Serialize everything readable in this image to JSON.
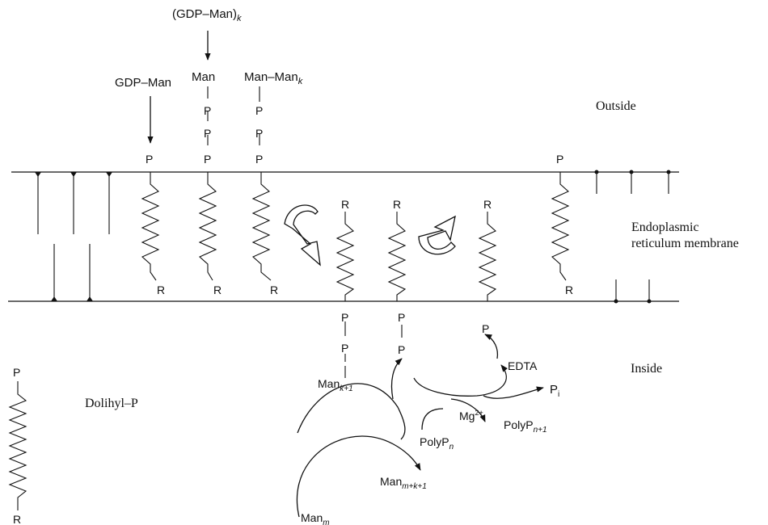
{
  "regions": {
    "outside": "Outside",
    "membrane_line1": "Endoplasmic",
    "membrane_line2": "reticulum membrane",
    "inside": "Inside"
  },
  "top": {
    "gdp_man_k": "(GDP–Man)",
    "gdp_man_k_sub": "k",
    "gdp_man": "GDP–Man",
    "man": "Man",
    "man_man": "Man–Man",
    "man_man_sub": "k"
  },
  "labels": {
    "P": "P",
    "R": "R",
    "edta": "EDTA",
    "pi": "P",
    "pi_sub": "i",
    "mg": "Mg",
    "mg_sup": "2+",
    "polyp_n1": "PolyP",
    "polyp_n1_sub": "n+1",
    "polyp_n": "PolyP",
    "polyp_n_sub": "n",
    "man_k1": "Man",
    "man_k1_sub": "k+1",
    "man_mk1": "Man",
    "man_mk1_sub": "m+k+1",
    "man_m": "Man",
    "man_m_sub": "m"
  },
  "legend": {
    "label": "Dolihyl–P",
    "P": "P",
    "R": "R"
  }
}
